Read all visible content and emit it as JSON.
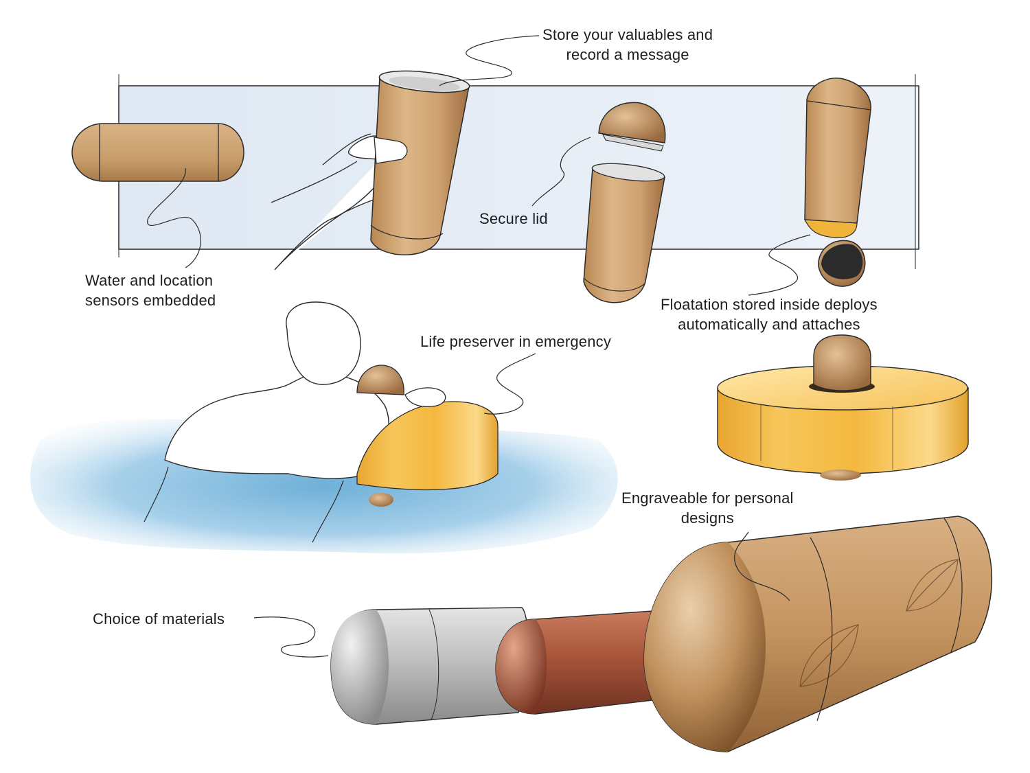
{
  "callouts": {
    "store": {
      "line1": "Store your valuables and",
      "line2": "record a message"
    },
    "sensors": {
      "line1": "Water and location",
      "line2": "sensors embedded"
    },
    "secure_lid": "Secure lid",
    "floatation": {
      "line1": "Floatation stored inside deploys",
      "line2": "automatically and attaches"
    },
    "life_preserver": "Life preserver in emergency",
    "engraveable": {
      "line1": "Engraveable for personal",
      "line2": "designs"
    },
    "materials": "Choice of materials"
  },
  "colors": {
    "background": "#ffffff",
    "panel": "#e4ecf5",
    "wood": "#c99d6c",
    "wood_dark": "#8a6038",
    "floatation": "#f2b43a",
    "water": "#8fc2e0",
    "aluminum": "#c8c8c8",
    "copper": "#a7543a",
    "ink": "#2a2a2a"
  },
  "icons": [
    "capsule-sketch",
    "hand-icon",
    "lid-icon",
    "floatation-ring",
    "swimmer-sketch",
    "leaf-engraving-icon"
  ]
}
